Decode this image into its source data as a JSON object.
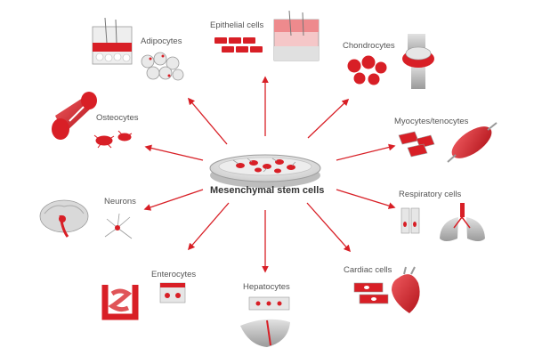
{
  "center_label": "Mesenchymal stem cells",
  "targets": [
    {
      "id": "adipocytes",
      "label": "Adipocytes"
    },
    {
      "id": "epithelial",
      "label": "Epithelial cells"
    },
    {
      "id": "chondrocytes",
      "label": "Chondrocytes"
    },
    {
      "id": "osteocytes",
      "label": "Osteocytes"
    },
    {
      "id": "myocytes",
      "label": "Myocytes/tenocytes"
    },
    {
      "id": "neurons",
      "label": "Neurons"
    },
    {
      "id": "respiratory",
      "label": "Respiratory cells"
    },
    {
      "id": "enterocytes",
      "label": "Enterocytes"
    },
    {
      "id": "hepatocytes",
      "label": "Hepatocytes"
    },
    {
      "id": "cardiac",
      "label": "Cardiac cells"
    }
  ],
  "colors": {
    "accent": "#d81f26",
    "gray": "#b3b3b3",
    "dark_gray": "#7a7a7a",
    "light_gray": "#e6e6e6",
    "text": "#555555"
  }
}
